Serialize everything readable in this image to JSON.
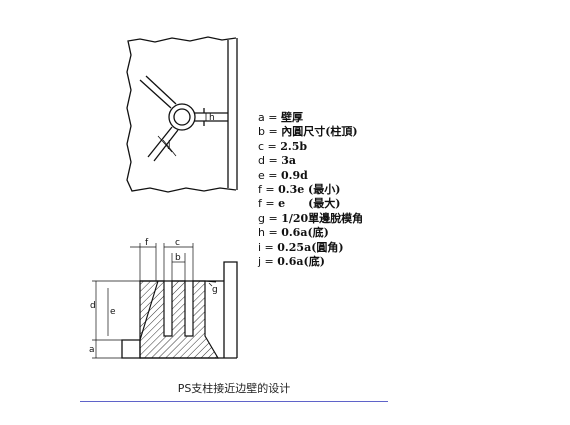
{
  "diagram": {
    "top_view": {
      "label_h": "h",
      "label_j": "j"
    },
    "section_view": {
      "label_f": "f",
      "label_c": "c",
      "label_b": "b",
      "label_g": "g",
      "label_d": "d",
      "label_e": "e",
      "label_a": "a"
    }
  },
  "legend": {
    "items": [
      {
        "key": "a",
        "value": "壁厚"
      },
      {
        "key": "b",
        "value": "內圓尺寸(柱頂)"
      },
      {
        "key": "c",
        "value": "2.5b"
      },
      {
        "key": "d",
        "value": "3a"
      },
      {
        "key": "e",
        "value": "0.9d"
      },
      {
        "key": "f",
        "value": "0.3e (最小)"
      },
      {
        "key": "f",
        "value": "e      (最大)"
      },
      {
        "key": "g",
        "value": "1/20單邊脫模角"
      },
      {
        "key": "h",
        "value": "0.6a(底)"
      },
      {
        "key": "i",
        "value": "0.25a(圓角)"
      },
      {
        "key": "j",
        "value": "0.6a(底)"
      }
    ]
  },
  "caption": "PS支柱接近边壁的设计"
}
